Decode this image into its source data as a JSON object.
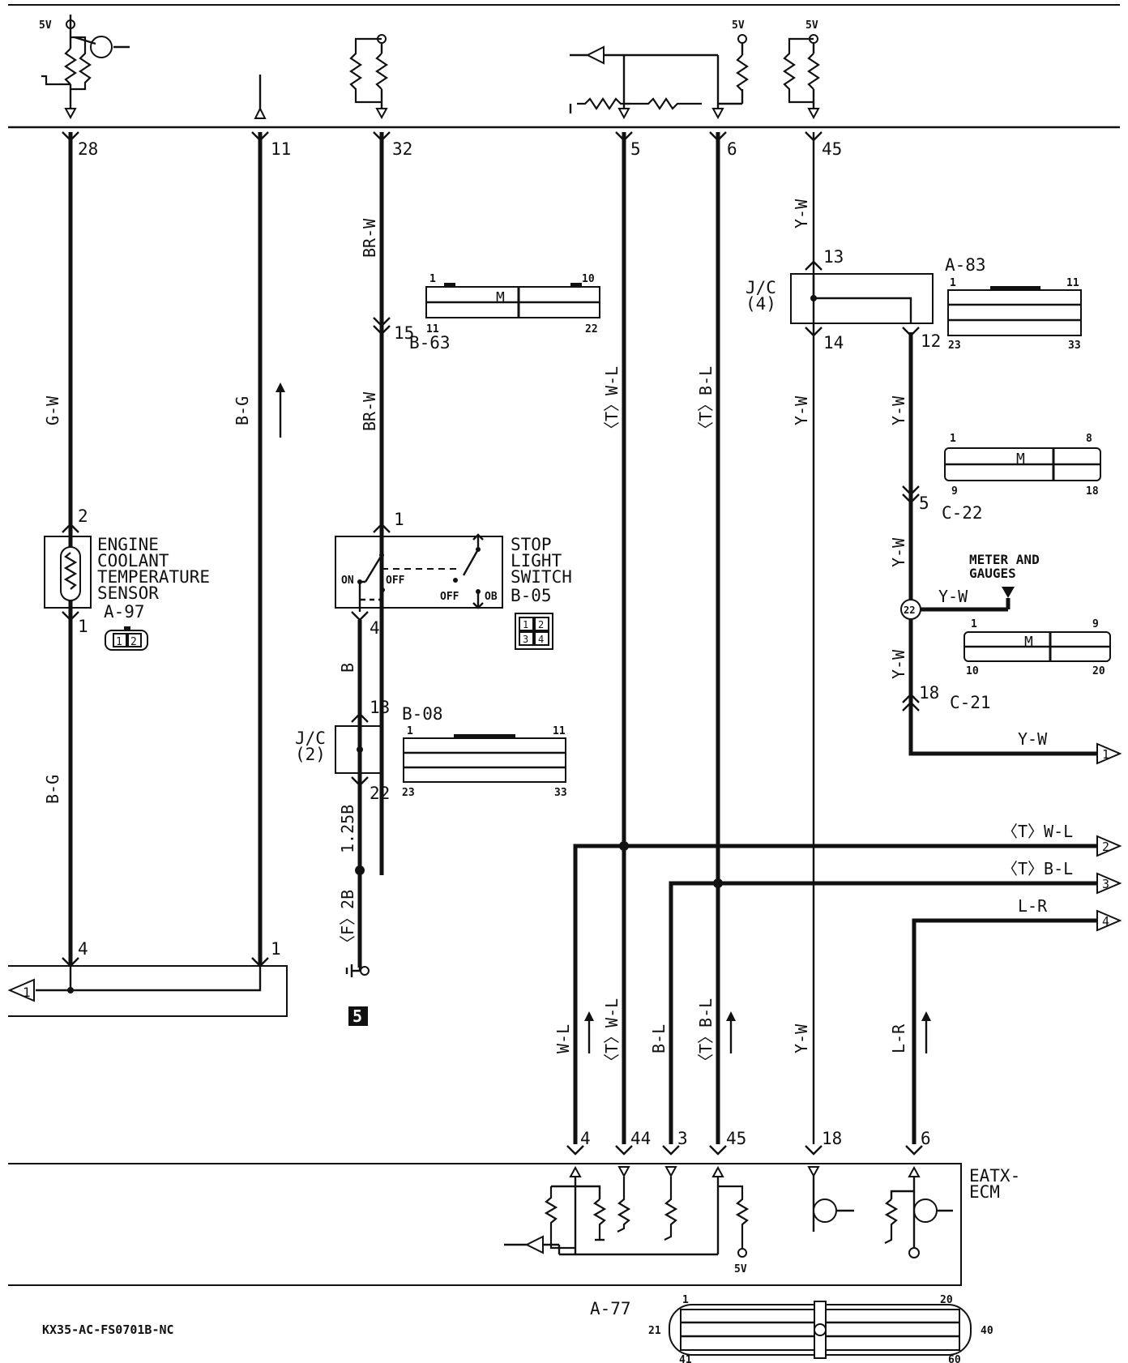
{
  "supply_labels": {
    "s1": "5V",
    "s2": "5V",
    "s3": "5V",
    "s4": "5V"
  },
  "ecm_pins_top": [
    "28",
    "11",
    "32",
    "5",
    "6",
    "45"
  ],
  "wire_colors": {
    "c1": "G-W",
    "c1_low": "B-G",
    "c2": "B-G",
    "c3_upper": "BR-W",
    "c3_mid": "BR-W",
    "c3_low": "B",
    "c3_1": "1.25B",
    "c3_2": "〈F〉2B",
    "c4": "〈T〉W-L",
    "c5": "〈T〉B-L",
    "c6_upper": "Y-W",
    "c6_mid": "Y-W",
    "c7_a": "Y-W",
    "c7_b": "Y-W",
    "c7_c": "Y-W",
    "c7_branch": "Y-W",
    "out1": "Y-W",
    "out2": "〈T〉W-L",
    "out3": "〈T〉B-L",
    "out4": "L-R",
    "bottom": [
      "W-L",
      "〈T〉W-L",
      "B-L",
      "〈T〉B-L",
      "Y-W",
      "L-R"
    ]
  },
  "pins": {
    "sensor_top": "2",
    "sensor_bottom": "1",
    "conn_left_a": "4",
    "conn_left_b": "1",
    "b63_pin": "15",
    "switch_top": "1",
    "switch_bottom": "4",
    "jc2_top": "13",
    "jc2_bottom": "22",
    "jc4_top": "13",
    "jc4_bottom_a": "14",
    "jc4_bottom_b": "12",
    "c22_pin": "5",
    "splice": "22",
    "c21_pin": "18"
  },
  "components": {
    "sensor_label": [
      "ENGINE",
      "COOLANT",
      "TEMPERATURE",
      "SENSOR"
    ],
    "sensor_code": "A-97",
    "switch_label": [
      "STOP",
      "LIGHT",
      "SWITCH"
    ],
    "switch_code": "B-05",
    "switch_on": "ON",
    "switch_off_1": "OFF",
    "switch_off_2": "OFF",
    "switch_ob": "OB",
    "jc2": [
      "J/C",
      "(2)"
    ],
    "jc4": [
      "J/C",
      "(4)"
    ],
    "meter": [
      "METER AND",
      "GAUGES"
    ],
    "ecm": [
      "EATX-",
      "ECM"
    ],
    "ground_ref": "5",
    "ecm_5v": "5V"
  },
  "connectors": {
    "b63": {
      "code": "B-63",
      "p1": "1",
      "p2": "10",
      "p3": "11",
      "p4": "22"
    },
    "a83": {
      "code": "A-83",
      "p1": "1",
      "p2": "11",
      "p3": "23",
      "p4": "33"
    },
    "c22": {
      "code": "C-22",
      "p1": "1",
      "p2": "8",
      "p3": "9",
      "p4": "18"
    },
    "c21": {
      "code": "C-21",
      "p1": "1",
      "p2": "9",
      "p3": "10",
      "p4": "20"
    },
    "b08": {
      "code": "B-08",
      "p1": "1",
      "p2": "11",
      "p3": "23",
      "p4": "33"
    },
    "a77": {
      "code": "A-77",
      "p1": "1",
      "p2": "20",
      "p3": "21",
      "p4": "40",
      "p5": "41",
      "p6": "60"
    },
    "a97_pins": [
      "1",
      "2"
    ],
    "b05_pins": [
      "1",
      "2",
      "3",
      "4"
    ]
  },
  "continuation_markers": [
    "1",
    "1",
    "2",
    "3",
    "4"
  ],
  "ecm_pins_bottom": [
    "4",
    "44",
    "3",
    "45",
    "18",
    "6"
  ],
  "diagram_id": "KX35-AC-FS0701B-NC"
}
